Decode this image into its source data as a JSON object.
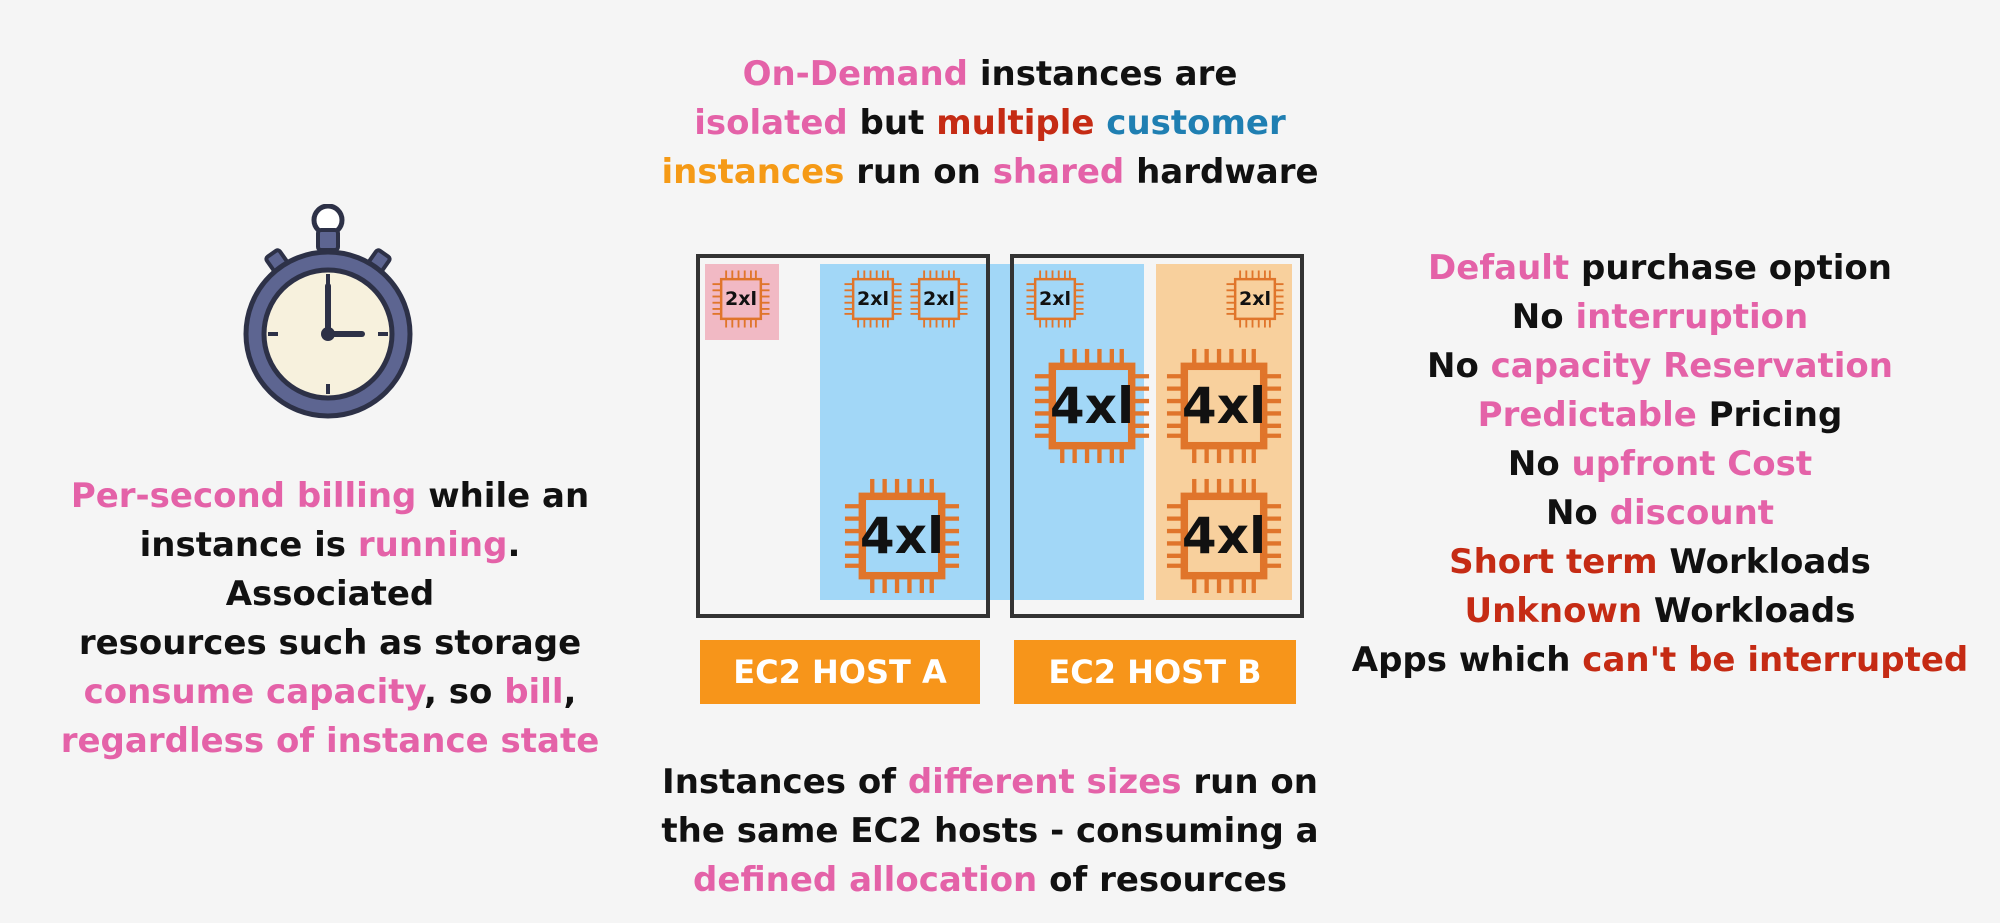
{
  "top_text": [
    [
      {
        "t": "On-Demand",
        "c": "pink"
      },
      {
        "t": " instances are",
        "c": "black"
      }
    ],
    [
      {
        "t": "isolated",
        "c": "pink"
      },
      {
        "t": " but ",
        "c": "black"
      },
      {
        "t": "multiple",
        "c": "red"
      },
      {
        "t": " ",
        "c": "black"
      },
      {
        "t": "customer",
        "c": "blue"
      }
    ],
    [
      {
        "t": "instances",
        "c": "orange"
      },
      {
        "t": " run on ",
        "c": "black"
      },
      {
        "t": "shared",
        "c": "pink"
      },
      {
        "t": " hardware",
        "c": "black"
      }
    ]
  ],
  "left_text": [
    [
      {
        "t": "Per-second billing",
        "c": "pink"
      },
      {
        "t": " while an",
        "c": "black"
      }
    ],
    [
      {
        "t": "instance is ",
        "c": "black"
      },
      {
        "t": "running",
        "c": "pink"
      },
      {
        "t": ". Associated",
        "c": "black"
      }
    ],
    [
      {
        "t": "resources such as storage",
        "c": "black"
      }
    ],
    [
      {
        "t": "consume capacity",
        "c": "pink"
      },
      {
        "t": ", so ",
        "c": "black"
      },
      {
        "t": "bill",
        "c": "pink"
      },
      {
        "t": ",",
        "c": "black"
      }
    ],
    [
      {
        "t": "regardless of instance state",
        "c": "pink"
      }
    ]
  ],
  "right_text": [
    [
      {
        "t": "Default",
        "c": "pink"
      },
      {
        "t": " purchase option",
        "c": "black"
      }
    ],
    [
      {
        "t": "No ",
        "c": "black"
      },
      {
        "t": "interruption",
        "c": "pink"
      }
    ],
    [
      {
        "t": "No ",
        "c": "black"
      },
      {
        "t": "capacity Reservation",
        "c": "pink"
      }
    ],
    [
      {
        "t": "Predictable",
        "c": "pink"
      },
      {
        "t": " Pricing",
        "c": "black"
      }
    ],
    [
      {
        "t": "No ",
        "c": "black"
      },
      {
        "t": "upfront Cost",
        "c": "pink"
      }
    ],
    [
      {
        "t": "No ",
        "c": "black"
      },
      {
        "t": "discount",
        "c": "pink"
      }
    ],
    [
      {
        "t": "Short term",
        "c": "red"
      },
      {
        "t": " Workloads",
        "c": "black"
      }
    ],
    [
      {
        "t": "Unknown",
        "c": "red"
      },
      {
        "t": " Workloads",
        "c": "black"
      }
    ],
    [
      {
        "t": "Apps which ",
        "c": "black"
      },
      {
        "t": "can't be interrupted",
        "c": "red"
      }
    ]
  ],
  "bottom_text": [
    [
      {
        "t": "Instances of ",
        "c": "black"
      },
      {
        "t": "different sizes",
        "c": "pink"
      },
      {
        "t": " run on",
        "c": "black"
      }
    ],
    [
      {
        "t": "the same EC2 hosts - consuming a",
        "c": "black"
      }
    ],
    [
      {
        "t": "defined allocation",
        "c": "pink"
      },
      {
        "t": " of resources",
        "c": "black"
      }
    ]
  ],
  "hosts": {
    "host_a_label": "EC2 HOST A",
    "host_b_label": "EC2 HOST B"
  },
  "instances": {
    "size_2xl": "2xl",
    "size_4xl": "4xl"
  },
  "colors": {
    "pink": "#e462a8",
    "red": "#c52b14",
    "blue": "#1f7fb2",
    "orange": "#f59a16",
    "host_label_bg": "#f7951a",
    "region_blue": "#a2d7f7",
    "region_peach": "#f8d09d",
    "region_pink": "#f1b9c4",
    "chip_orange": "#e0752b"
  },
  "icons": [
    "stopwatch-icon",
    "chip-icon"
  ]
}
